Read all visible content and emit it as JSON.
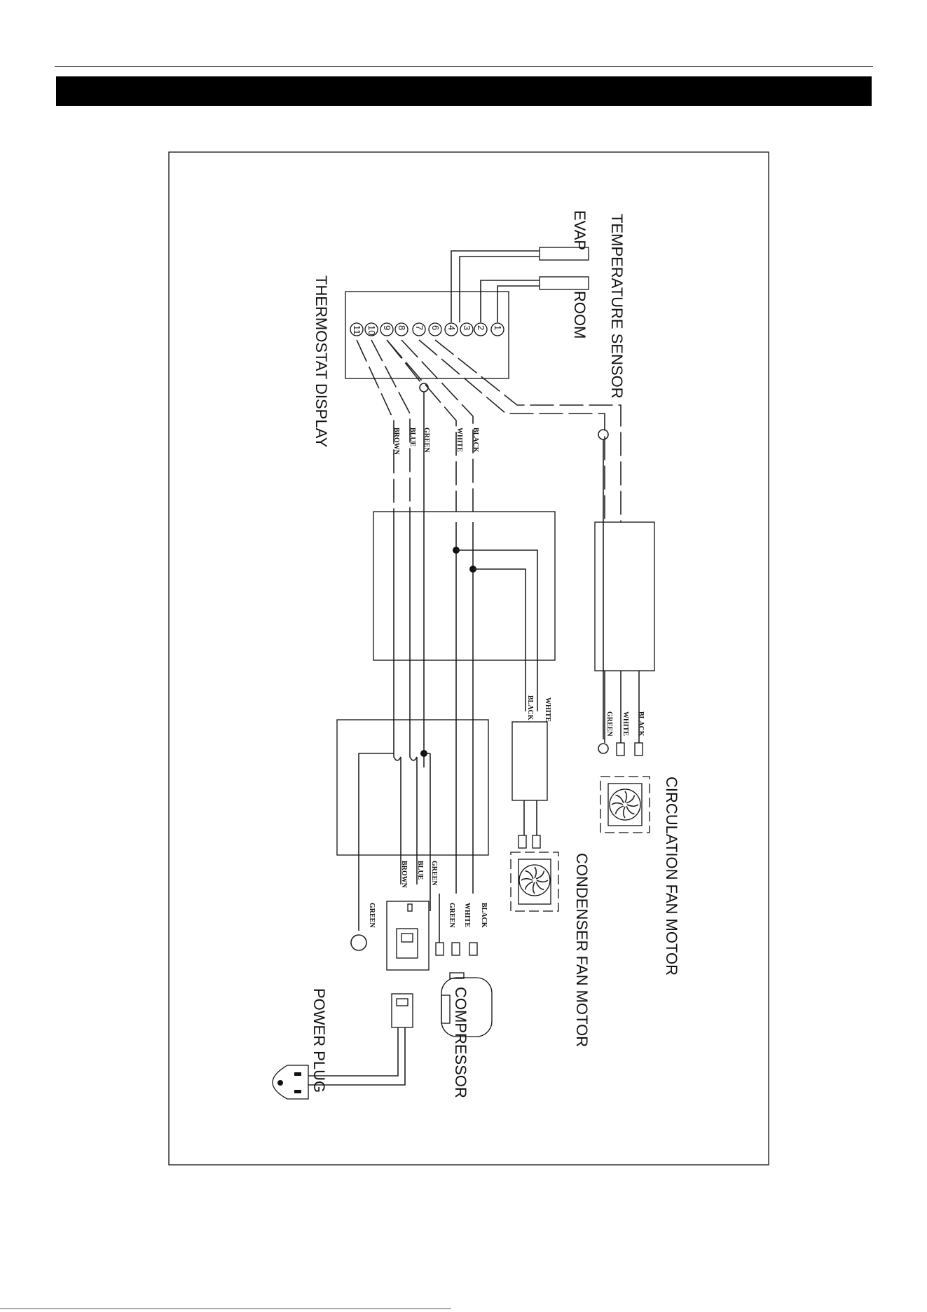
{
  "labels": {
    "temperature_sensor": "TEMPERATURE SENSOR",
    "evap": "EVAP",
    "room": "ROOM",
    "thermostat_display": "THERMOSTAT DISPLAY",
    "circulation_fan_motor": "CIRCULATION FAN MOTOR",
    "condenser_fan_motor": "CONDENSER FAN MOTOR",
    "compressor": "COMPRESSOR",
    "power_plug": "POWER PLUG"
  },
  "terminals": [
    "1",
    "2",
    "3",
    "4",
    "6",
    "7",
    "8",
    "9",
    "10",
    "11"
  ],
  "wire_colors": {
    "thermostat_group": [
      "BLACK",
      "WHITE",
      "GREEN",
      "BLUE",
      "BROWN"
    ],
    "circulation_fan": [
      "BLACK",
      "WHITE",
      "GREEN"
    ],
    "condenser_fan": [
      "WHITE",
      "BLACK"
    ],
    "compressor_upper": [
      "GREEN",
      "BLUE",
      "BROWN"
    ],
    "compressor_lower": [
      "BLACK",
      "WHITE",
      "GREEN"
    ],
    "ground": "GREEN"
  }
}
